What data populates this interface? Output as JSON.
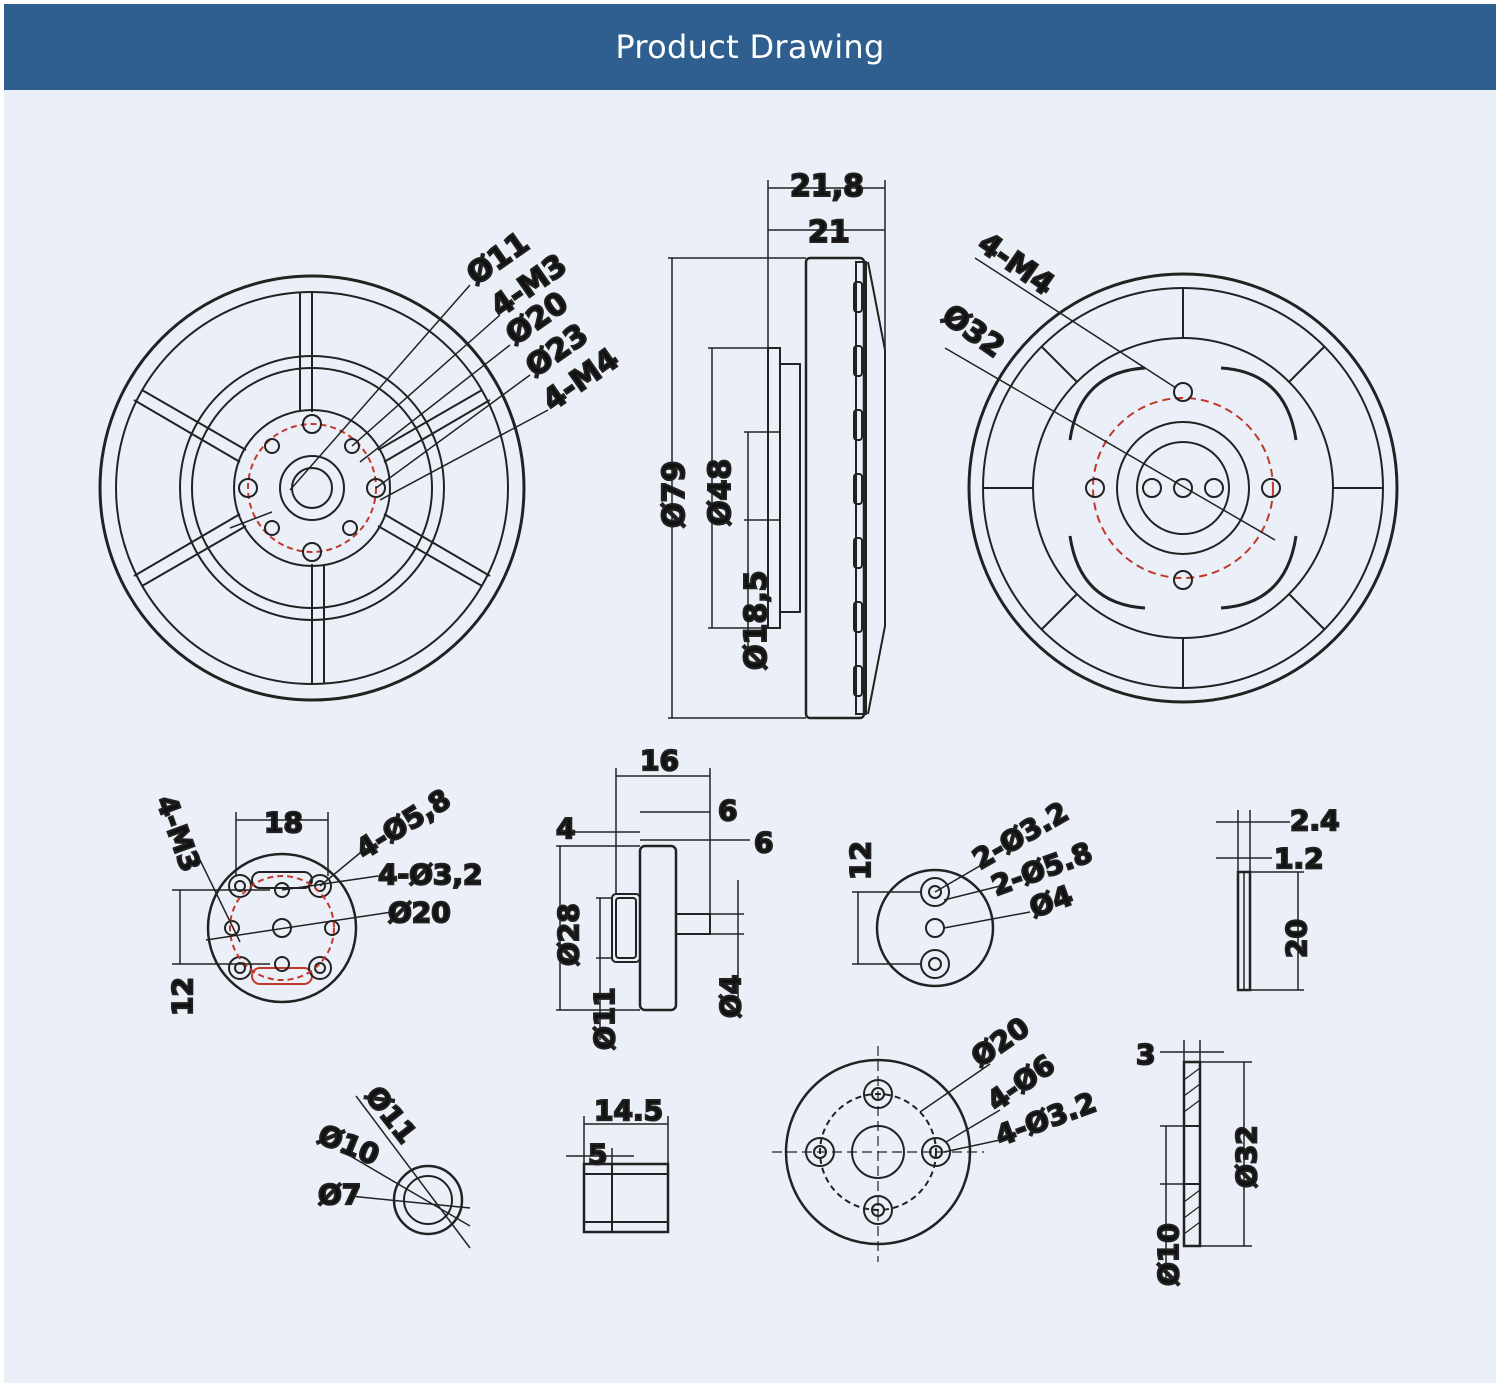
{
  "header": {
    "title": "Product Drawing"
  },
  "colors": {
    "header_bg": "#2f5f8f",
    "panel_bg": "#ebf0f8",
    "line": "#222222",
    "highlight": "#c0392b"
  },
  "views": {
    "front": {
      "labels": [
        "Ø11",
        "4-M3",
        "Ø20",
        "Ø23",
        "4-M4"
      ]
    },
    "side": {
      "labels": [
        "21,8",
        "21",
        "Ø79",
        "Ø48",
        "Ø18,5"
      ]
    },
    "back": {
      "labels": [
        "4-M4",
        "Ø32"
      ]
    },
    "mount_a": {
      "labels": [
        "18",
        "4-M3",
        "4-Ø5,8",
        "4-Ø3,2",
        "Ø20",
        "12"
      ]
    },
    "shaft": {
      "labels": [
        "16",
        "4",
        "6",
        "6",
        "Ø28",
        "Ø11",
        "Ø4"
      ]
    },
    "adapter": {
      "labels": [
        "12",
        "2-Ø3.2",
        "2-Ø5.8",
        "Ø4"
      ]
    },
    "washer_thin": {
      "labels": [
        "2.4",
        "1.2",
        "20"
      ]
    },
    "ring": {
      "labels": [
        "Ø11",
        "Ø10",
        "Ø7"
      ]
    },
    "sleeve": {
      "labels": [
        "14.5",
        "5"
      ]
    },
    "prop_mount": {
      "labels": [
        "Ø20",
        "4-Ø6",
        "4-Ø3.2"
      ]
    },
    "washer_thick": {
      "labels": [
        "3",
        "Ø32",
        "Ø10"
      ]
    }
  }
}
